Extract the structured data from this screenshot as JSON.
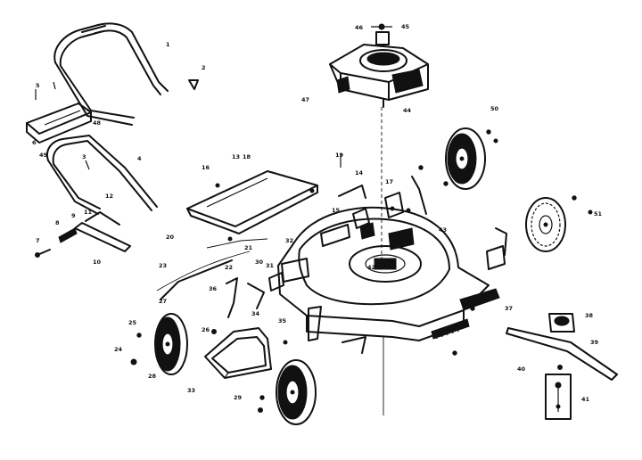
{
  "diagram": {
    "callouts": [
      {
        "id": "c1",
        "text": "1"
      },
      {
        "id": "c2",
        "text": "2"
      },
      {
        "id": "c3",
        "text": "3"
      },
      {
        "id": "c4",
        "text": "4"
      },
      {
        "id": "c5",
        "text": "5"
      },
      {
        "id": "c6",
        "text": "6"
      },
      {
        "id": "c7",
        "text": "7"
      },
      {
        "id": "c8",
        "text": "8"
      },
      {
        "id": "c9",
        "text": "9"
      },
      {
        "id": "c10",
        "text": "10"
      },
      {
        "id": "c11",
        "text": "11"
      },
      {
        "id": "c12",
        "text": "12"
      },
      {
        "id": "c13",
        "text": "13"
      },
      {
        "id": "c14",
        "text": "14"
      },
      {
        "id": "c15",
        "text": "15"
      },
      {
        "id": "c16",
        "text": "16"
      },
      {
        "id": "c17",
        "text": "17"
      },
      {
        "id": "c18",
        "text": "18"
      },
      {
        "id": "c19",
        "text": "19"
      },
      {
        "id": "c20",
        "text": "20"
      },
      {
        "id": "c21",
        "text": "21"
      },
      {
        "id": "c22",
        "text": "22"
      },
      {
        "id": "c23",
        "text": "23"
      },
      {
        "id": "c24",
        "text": "24"
      },
      {
        "id": "c25",
        "text": "25"
      },
      {
        "id": "c26",
        "text": "26"
      },
      {
        "id": "c27",
        "text": "27"
      },
      {
        "id": "c28",
        "text": "28"
      },
      {
        "id": "c29",
        "text": "29"
      },
      {
        "id": "c30",
        "text": "30"
      },
      {
        "id": "c31",
        "text": "31"
      },
      {
        "id": "c32",
        "text": "32"
      },
      {
        "id": "c33",
        "text": "33"
      },
      {
        "id": "c34",
        "text": "34"
      },
      {
        "id": "c35",
        "text": "35"
      },
      {
        "id": "c36",
        "text": "36"
      },
      {
        "id": "c37",
        "text": "37"
      },
      {
        "id": "c38",
        "text": "38"
      },
      {
        "id": "c39",
        "text": "39"
      },
      {
        "id": "c40",
        "text": "40"
      },
      {
        "id": "c41",
        "text": "41"
      },
      {
        "id": "c42",
        "text": "42"
      },
      {
        "id": "c43",
        "text": "43"
      },
      {
        "id": "c44",
        "text": "44"
      },
      {
        "id": "c45",
        "text": "45"
      },
      {
        "id": "c46",
        "text": "46"
      },
      {
        "id": "c47",
        "text": "47"
      },
      {
        "id": "c48",
        "text": "48"
      },
      {
        "id": "c49",
        "text": "49"
      },
      {
        "id": "c50",
        "text": "50"
      },
      {
        "id": "c51",
        "text": "51"
      }
    ]
  }
}
